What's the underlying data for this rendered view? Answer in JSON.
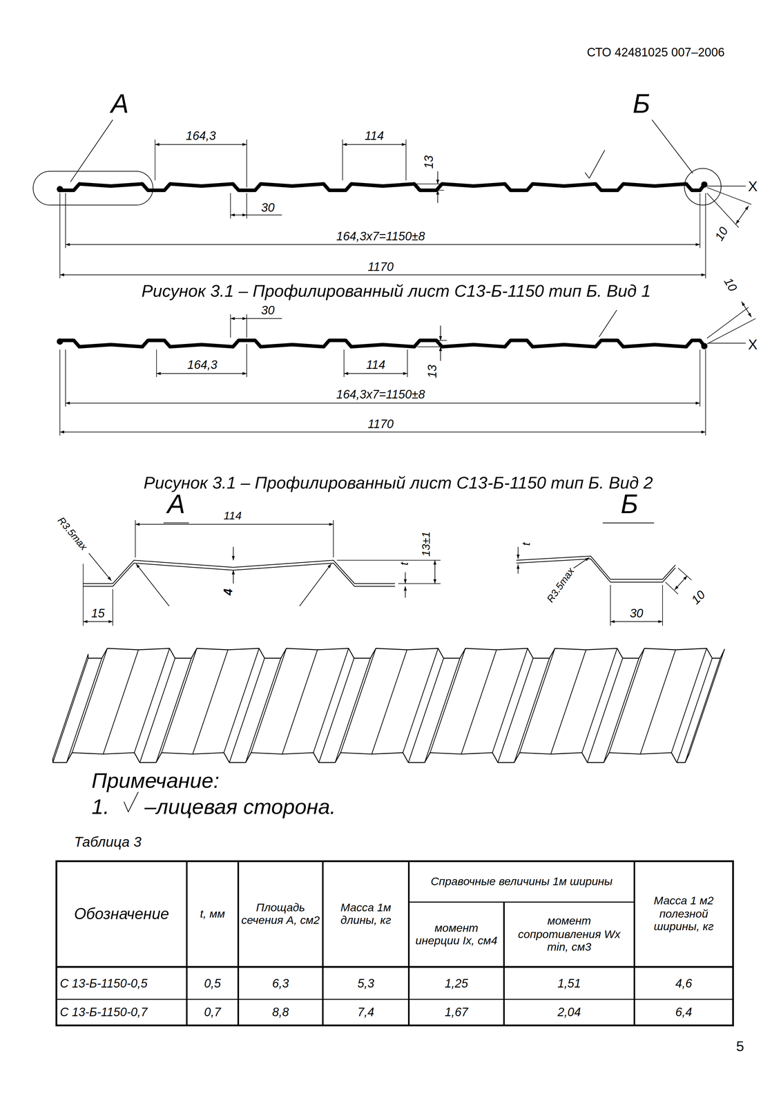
{
  "diagram": {
    "labels": [
      "СТО 42481025 007–2006",
      "А",
      "Б",
      "164,3",
      "114",
      "13",
      "30",
      "10",
      "164,3x7=1150±8",
      "1170",
      "Рисунок 3.1 – Профилированный лист С13-Б-1150 тип Б. Вид 1",
      "10",
      "30",
      "164,3",
      "114",
      "13",
      "164,3x7=1150±8",
      "1170",
      "Рисунок 3.1 – Профилированный лист С13-Б-1150 тип Б. Вид 2",
      "А",
      "114",
      "R3.5max",
      "13±1",
      "t",
      "4",
      "15",
      "Б",
      "t",
      "R3.5max",
      "30",
      "10",
      "Примечание:",
      "1.",
      "–лицевая сторона.",
      "Таблица 3",
      "Обозначение",
      "t, мм",
      "Площадь сечения А, см2",
      "Масса 1м длины, кг",
      "Справочные величины 1м ширины",
      "момент инерции Ix, см4",
      "момент сопротивления Wx min, см3",
      "Масса 1 м2 полезной ширины, кг",
      "С 13-Б-1150-0,5",
      "0,5",
      "6,3",
      "5,3",
      "1,25",
      "1,51",
      "4,6",
      "С 13-Б-1150-0,7",
      "0,7",
      "8,8",
      "7,4",
      "1,67",
      "2,04",
      "6,4",
      "5",
      "X",
      "X"
    ]
  }
}
